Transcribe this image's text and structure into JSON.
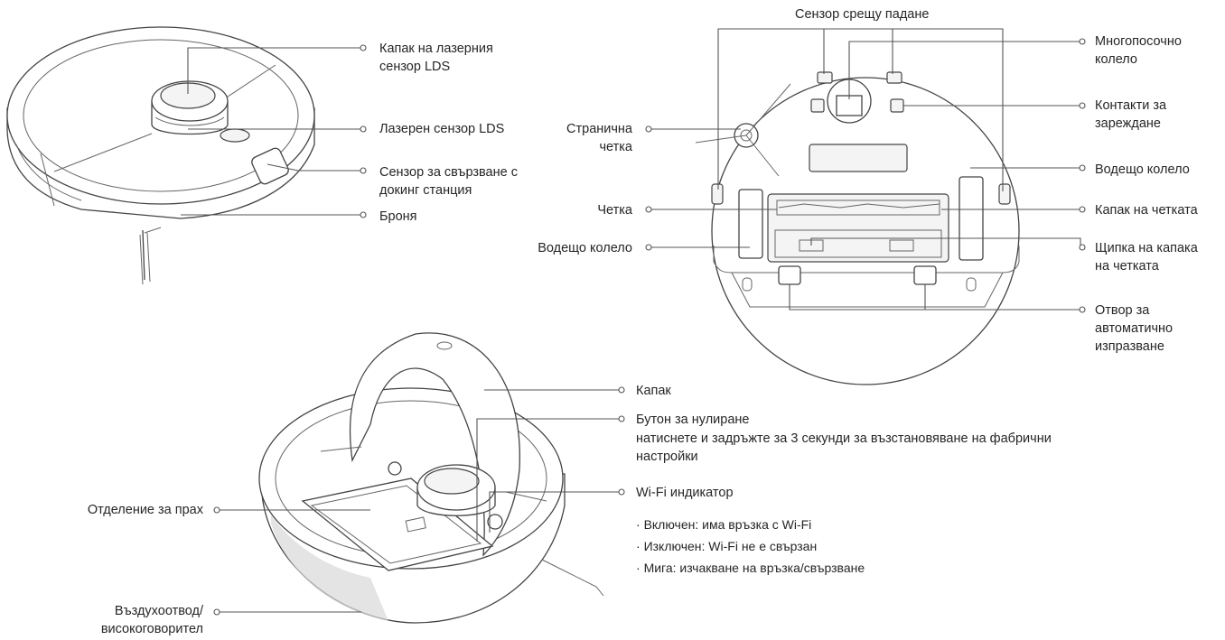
{
  "top_left": {
    "lds_cover": "Капак на лазерния\nсензор LDS",
    "lds_sensor": "Лазерен сензор LDS",
    "dock_sensor": "Сензор за свързване с\nдокинг станция",
    "bumper": "Броня"
  },
  "top_right": {
    "cliff_sensor": "Сензор срещу падане",
    "omni_wheel": "Многопосочно\nколело",
    "charge_contacts": "Контакти за\nзареждане",
    "side_brush": "Странична\nчетка",
    "drive_wheel_right": "Водещо колело",
    "brush": "Четка",
    "brush_cover": "Капак на четката",
    "drive_wheel_left": "Водещо колело",
    "brush_cover_clip": "Щипка на капака\nна четката",
    "auto_empty_port": "Отвор за\nавтоматично\nизпразване"
  },
  "bottom": {
    "lid": "Капак",
    "reset_title": "Бутон за нулиране",
    "reset_desc": "натиснете и задръжте за 3 секунди за възстановяване на фабрични\nнастройки",
    "wifi_indicator": "Wi-Fi индикатор",
    "wifi_states": [
      "Включен: има връзка с Wi-Fi",
      "Изключен: Wi-Fi не е свързан",
      "Мига: изчакване на връзка/свързване"
    ],
    "dust_bin": "Отделение за прах",
    "air_outlet": "Въздухоотвод/\nвисокоговорител"
  }
}
